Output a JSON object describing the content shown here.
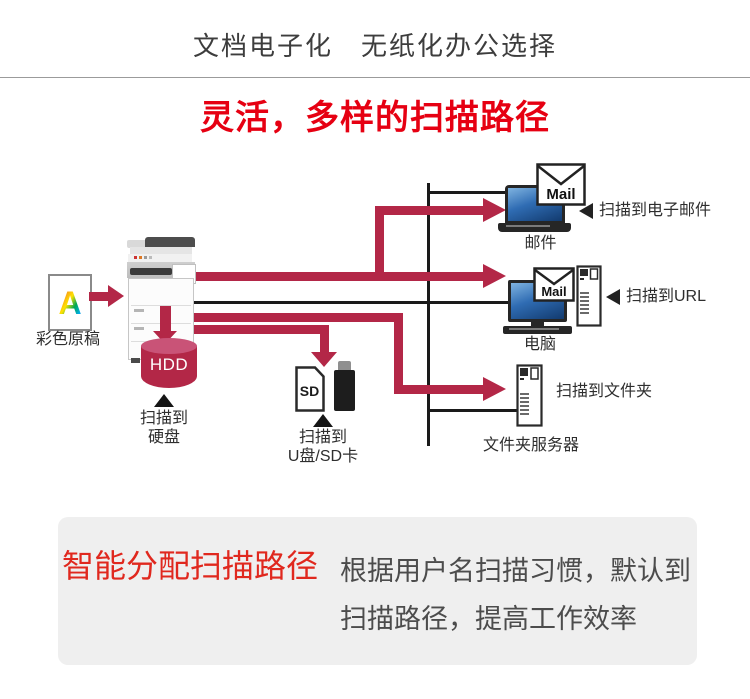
{
  "colors": {
    "arrow_crimson": "#b32747",
    "title_red": "#e60012",
    "highlight_red": "#e0281e",
    "panel_gray": "#efefef"
  },
  "header": {
    "subtitle": "文档电子化　无纸化办公选择",
    "title": "灵活，多样的扫描路径"
  },
  "diagram": {
    "source": {
      "letter": "A",
      "label": "彩色原稿"
    },
    "hdd": {
      "drum": "HDD",
      "caption1": "扫描到",
      "caption2": "硬盘"
    },
    "usb_sd": {
      "sd": "SD",
      "caption1": "扫描到",
      "caption2": "U盘/SD卡"
    },
    "mail": {
      "envelope": "Mail",
      "device": "邮件",
      "path": "扫描到电子邮件"
    },
    "pc": {
      "envelope": "Mail",
      "device": "电脑",
      "path": "扫描到URL"
    },
    "folder": {
      "device": "文件夹服务器",
      "path": "扫描到文件夹"
    }
  },
  "footer": {
    "highlight": "智能分配扫描路径",
    "desc1": "根据用户名扫描习惯，默认到",
    "desc2": "扫描路径，提高工作效率"
  }
}
